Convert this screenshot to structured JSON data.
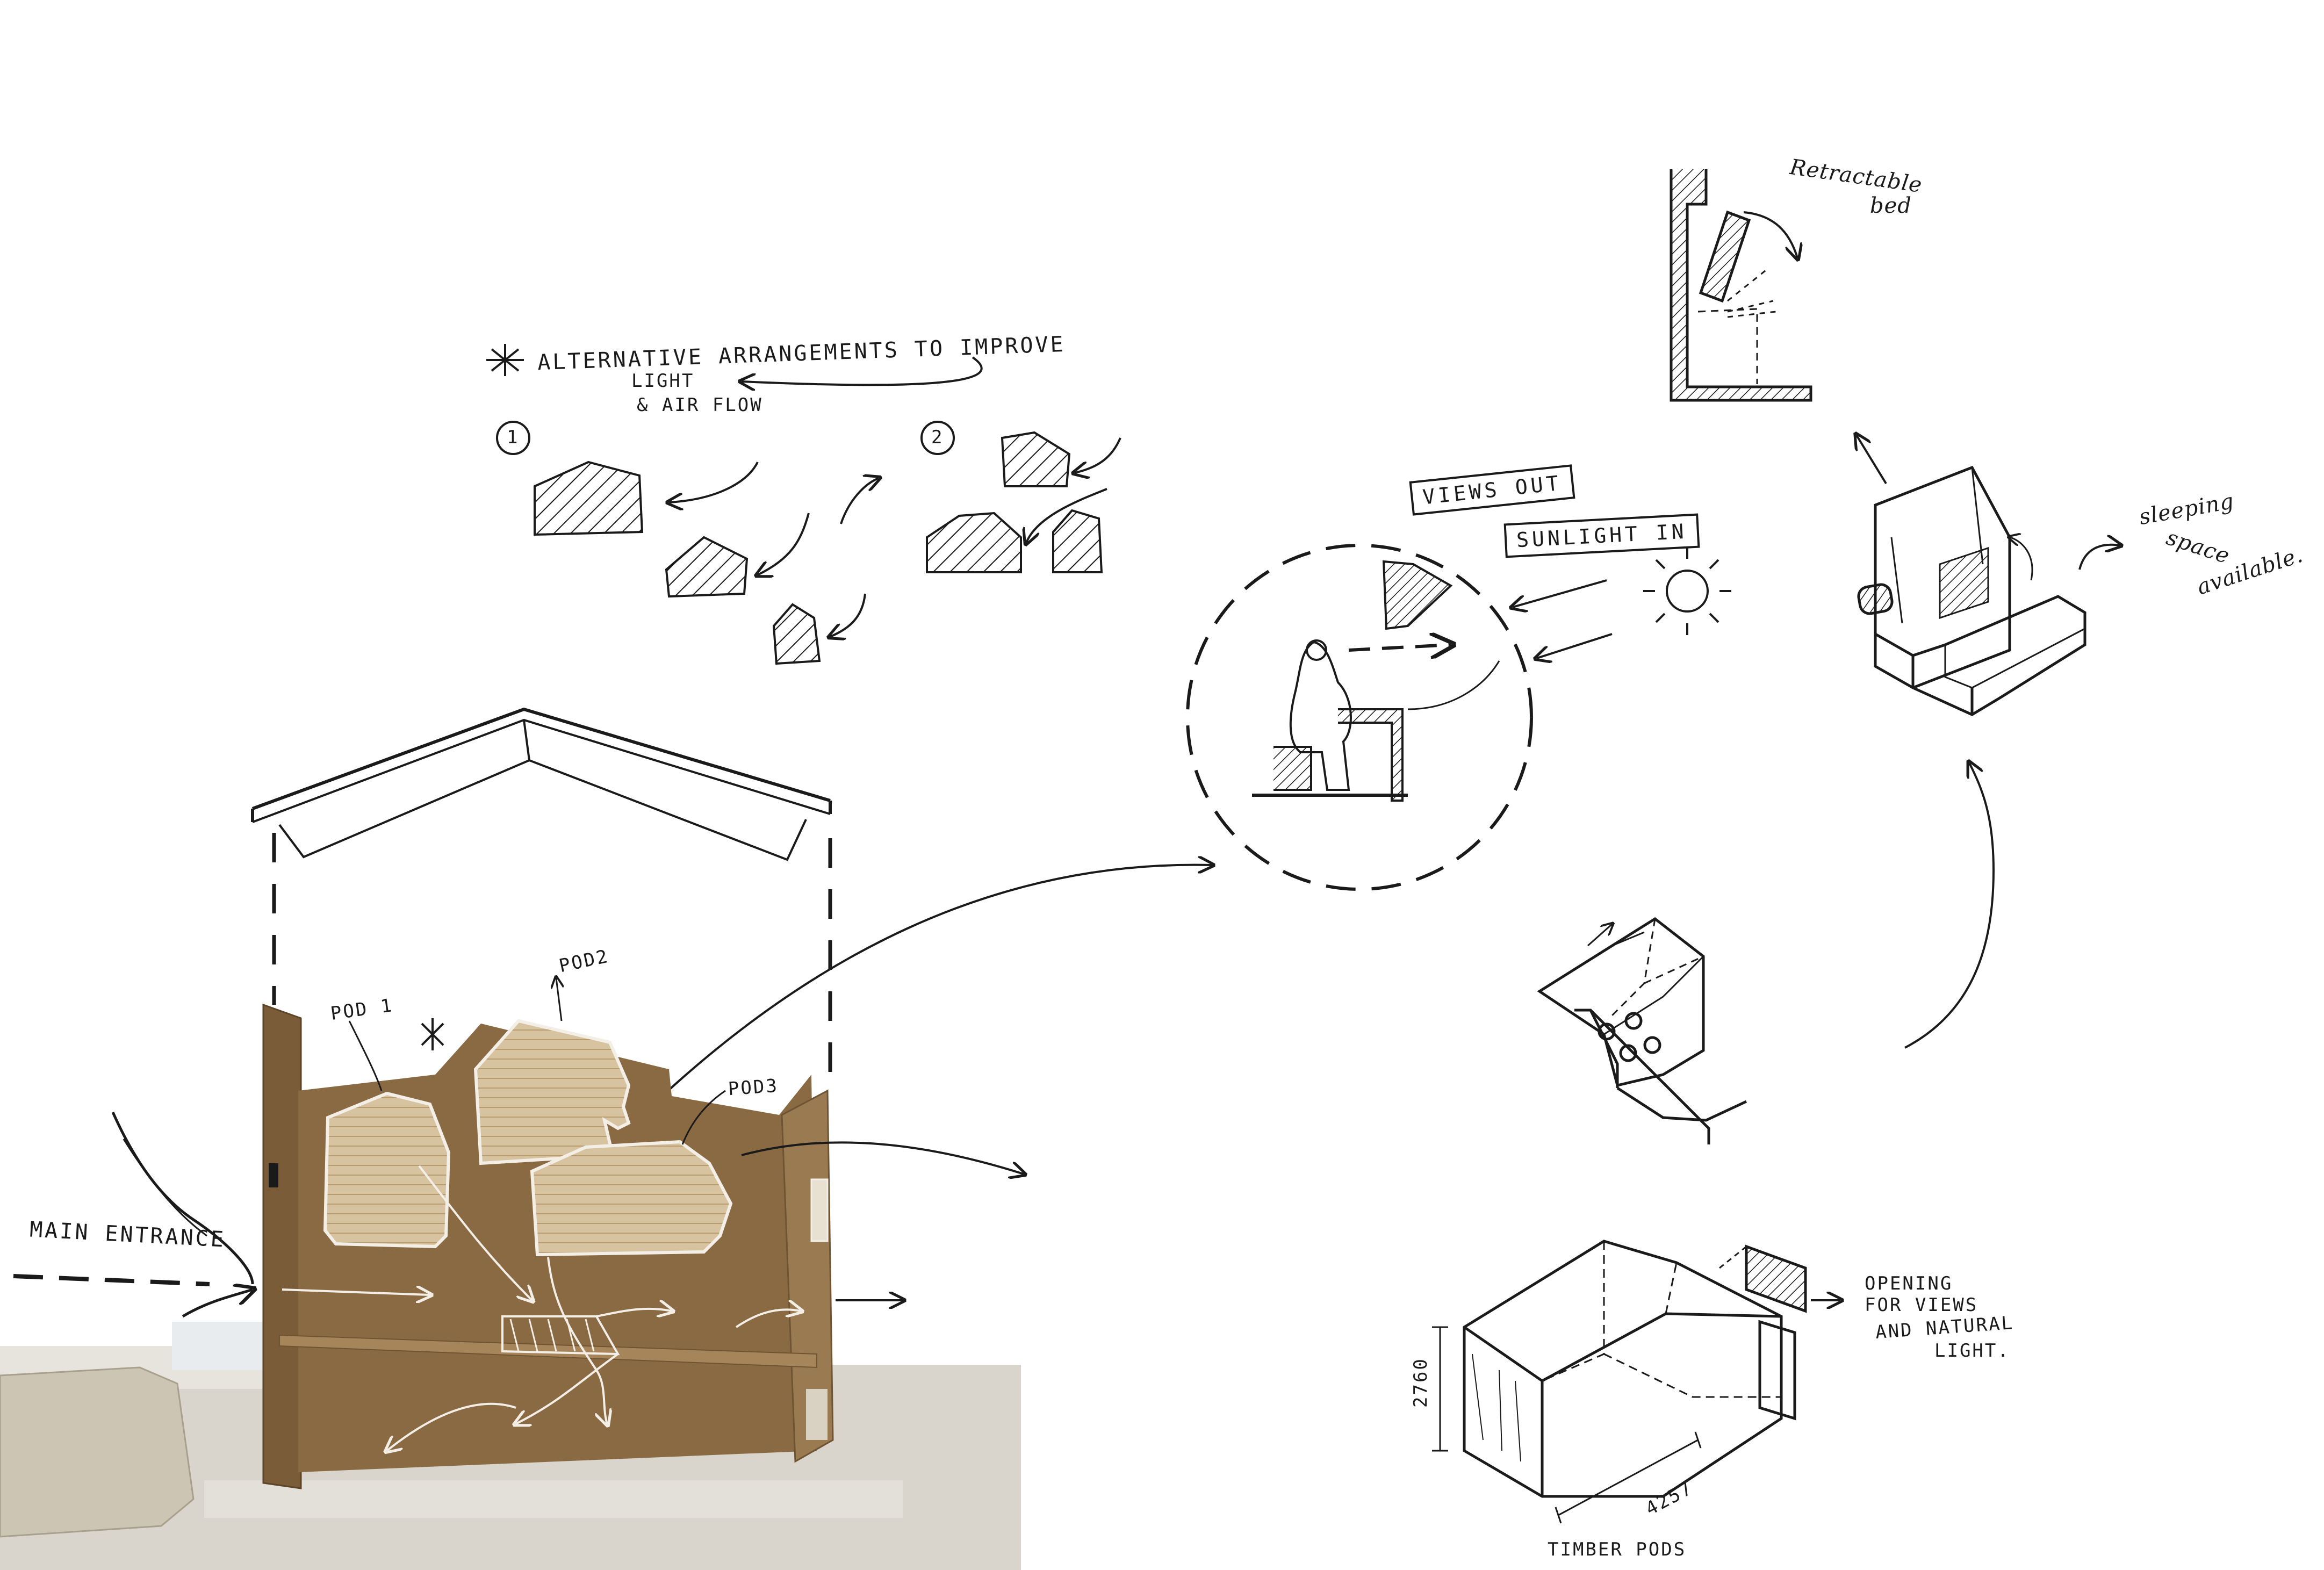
{
  "labels": {
    "alt_line1": "ALTERNATIVE ARRANGEMENTS TO IMPROVE",
    "alt_line2": "LIGHT",
    "alt_line3": "& AIR FLOW",
    "option1": "1",
    "option2": "2",
    "views_out": "VIEWS OUT",
    "sunlight_in": "SUNLIGHT IN",
    "retractable_line1": "Retractable",
    "retractable_line2": "bed",
    "sleeping_line1": "sleeping",
    "sleeping_line2": "space",
    "sleeping_line3": "available.",
    "pod1": "POD 1",
    "pod2": "POD2",
    "pod3": "POD3",
    "main_entrance": "MAIN ENTRANCE",
    "opening_line1": "OPENING",
    "opening_line2": "FOR VIEWS",
    "opening_line3": "AND NATURAL",
    "opening_line4": "LIGHT.",
    "dim_height": "2760",
    "dim_length": "4257",
    "timber_pods": "TIMBER PODS"
  },
  "colors": {
    "ink": "#1a1a1a",
    "cardboard": "#8a6a42",
    "cardboard_dark": "#6f5433",
    "timber": "#d8c3a0",
    "white_chalk": "#f4efe6",
    "base_stone": "#d9d5cc"
  }
}
